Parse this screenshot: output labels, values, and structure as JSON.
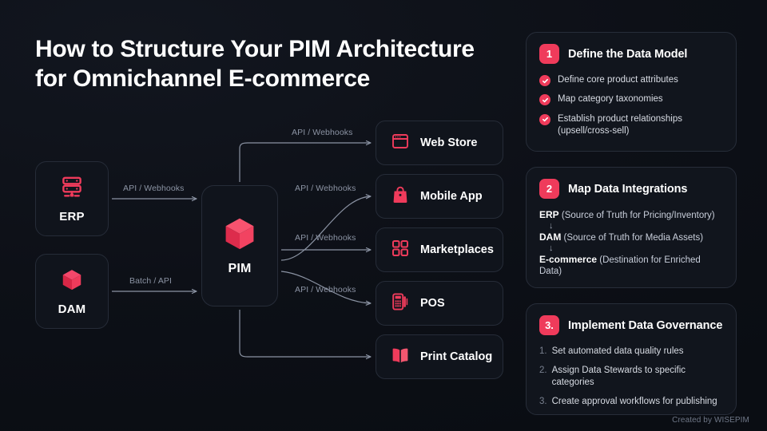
{
  "title": "How to Structure Your PIM Architecture for Omnichannel E-commerce",
  "title_line1": "How to Structure Your PIM Architecture",
  "title_line2": "for Omnichannel E-commerce",
  "colors": {
    "background": "#0d1017",
    "accent": "#ef3b5b",
    "card_background": "#11151d",
    "card_border": "#272d39",
    "text_primary": "#ffffff",
    "text_secondary": "#d8dce4",
    "wire": "#8b93a3"
  },
  "diagram": {
    "sources": [
      {
        "id": "erp",
        "label": "ERP",
        "icon": "server-icon"
      },
      {
        "id": "dam",
        "label": "DAM",
        "icon": "cube-icon"
      }
    ],
    "hub": {
      "id": "pim",
      "label": "PIM",
      "icon": "cube-icon"
    },
    "channels": [
      {
        "id": "web-store",
        "label": "Web Store",
        "icon": "browser-window-icon",
        "connector_label": "API / Webhooks"
      },
      {
        "id": "mobile-app",
        "label": "Mobile App",
        "icon": "shopping-bag-icon",
        "connector_label": "API / Webhooks"
      },
      {
        "id": "marketplaces",
        "label": "Marketplaces",
        "icon": "grid-icon",
        "connector_label": "API / Webhooks"
      },
      {
        "id": "pos",
        "label": "POS",
        "icon": "card-terminal-icon",
        "connector_label": "API / Webhooks"
      },
      {
        "id": "print-catalog",
        "label": "Print Catalog",
        "icon": "open-book-icon",
        "connector_label": ""
      }
    ],
    "source_connectors": [
      {
        "from": "erp",
        "to": "pim",
        "label": "API / Webhooks"
      },
      {
        "from": "dam",
        "to": "pim",
        "label": "Batch / API"
      }
    ]
  },
  "cards": [
    {
      "badge": "1",
      "title": "Define the Data Model",
      "type": "checklist",
      "items": [
        "Define core product attributes",
        "Map category taxonomies",
        "Establish product relationships (upsell/cross-sell)"
      ]
    },
    {
      "badge": "2",
      "title": "Map Data Integrations",
      "type": "flow",
      "rows": [
        {
          "name": "ERP",
          "detail": "(Source of Truth for Pricing/Inventory)"
        },
        {
          "name": "DAM",
          "detail": "(Source of Truth for Media Assets)"
        },
        {
          "name": "E-commerce",
          "detail": "(Destination for Enriched Data)"
        }
      ],
      "arrow_glyph": "↓"
    },
    {
      "badge": "3.",
      "title": "Implement Data Governance",
      "type": "numbered",
      "items": [
        {
          "index": "1.",
          "text": "Set automated data quality rules"
        },
        {
          "index": "2.",
          "text": "Assign Data Stewards to specific categories"
        },
        {
          "index": "3.",
          "text": "Create approval workflows for publishing"
        }
      ]
    }
  ],
  "footer": "Created by WISEPIM"
}
